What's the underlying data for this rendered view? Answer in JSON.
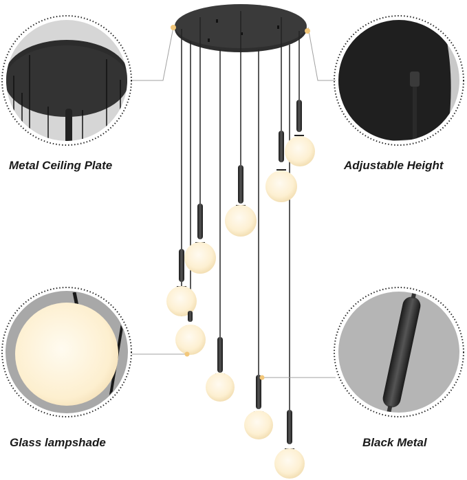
{
  "callouts": [
    {
      "id": "metal-ceiling-plate",
      "label": "Metal Ceiling Plate"
    },
    {
      "id": "adjustable-height",
      "label": "Adjustable Height"
    },
    {
      "id": "glass-lampshade",
      "label": "Glass lampshade"
    },
    {
      "id": "black-metal",
      "label": "Black Metal"
    }
  ],
  "colors": {
    "metal": "#2b2b2b",
    "globe": "#fdf0d2",
    "globe_edge": "#f3dfb4",
    "detail_bg": "#bdbdbd",
    "leader_line": "#9a9a9a",
    "marker": "#f2c77a"
  }
}
